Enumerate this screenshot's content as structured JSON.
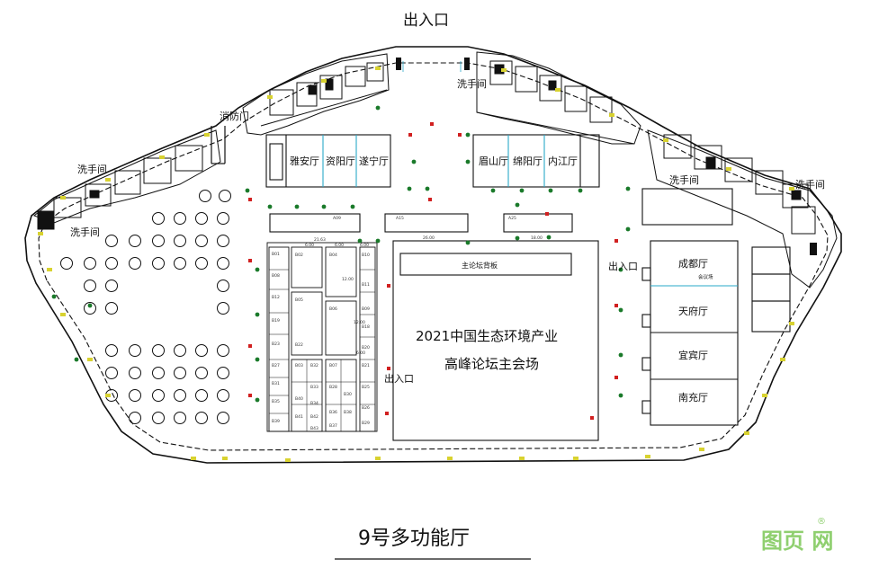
{
  "labels": {
    "entrance_top": "出入口",
    "entrance_right": "出入口",
    "entrance_center": "出入口",
    "restroom_top_left": "洗手间",
    "restroom_left": "洗手间",
    "restroom_top_right": "洗手间",
    "restroom_right": "洗手间",
    "restroom_right_mid": "洗手间",
    "fire_door": "消防门",
    "backdrop": "主论坛背板",
    "main_venue_line1": "2021中国生态环境产业",
    "main_venue_line2": "高峰论坛主会场",
    "hall_title": "9号多功能厅",
    "watermark": "图页 网",
    "watermark_mark": "®",
    "chengdu_sub": "会议场"
  },
  "rooms_top_left": [
    "雅安厅",
    "资阳厅",
    "遂宁厅"
  ],
  "rooms_top_right": [
    "眉山厅",
    "绵阳厅",
    "内江厅"
  ],
  "rooms_right": [
    "成都厅",
    "天府厅",
    "宜宾厅",
    "南充厅"
  ],
  "booths": {
    "col1": [
      "B01",
      "B08",
      "B12",
      "B19",
      "B23",
      "B27",
      "B31",
      "B35",
      "B39"
    ],
    "col2": [
      "B02",
      "B05",
      "B22",
      "B03",
      "B40",
      "B41"
    ],
    "col3": [
      "B32",
      "B33",
      "B34",
      "B42",
      "B43"
    ],
    "col4": [
      "B04",
      "B06",
      "B07",
      "B28",
      "B36",
      "B37"
    ],
    "col5": [
      "B10",
      "B11",
      "B09",
      "B18",
      "B20",
      "B21",
      "B25",
      "B26",
      "B29"
    ],
    "col6": [
      "B30",
      "B38"
    ],
    "top": [
      "A09",
      "A15",
      "A25"
    ]
  },
  "dimensions": [
    "21.63",
    "6.00",
    "6.00",
    "6.00",
    "26.00",
    "18.00",
    "12.00",
    "12.00",
    "6.00"
  ],
  "colors": {
    "line": "#111111",
    "accent_cyan": "#2aa8c8",
    "column_red": "#d12020",
    "marker_green": "#1a7a2a",
    "sign_yellow": "#d8d230",
    "watermark": "#8fcf6f"
  }
}
